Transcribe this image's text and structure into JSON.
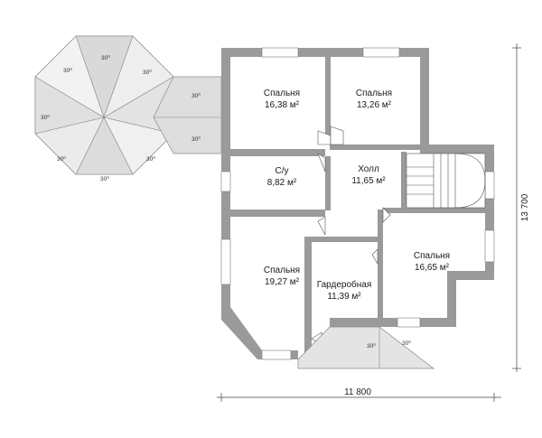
{
  "rooms": [
    {
      "id": "bedroom-1",
      "name": "Спальня",
      "area": "16,38 м²"
    },
    {
      "id": "bedroom-2",
      "name": "Спальня",
      "area": "13,26 м²"
    },
    {
      "id": "bathroom",
      "name": "С/у",
      "area": "8,82 м²"
    },
    {
      "id": "hall",
      "name": "Холл",
      "area": "11,65 м²"
    },
    {
      "id": "bedroom-3",
      "name": "Спальня",
      "area": "19,27 м²"
    },
    {
      "id": "wardrobe",
      "name": "Гардеробная",
      "area": "11,39 м²"
    },
    {
      "id": "bedroom-4",
      "name": "Спальня",
      "area": "16,65 м²"
    }
  ],
  "dimensions": {
    "width": "11 800",
    "height": "13 700"
  },
  "roof_slope": "30⁰",
  "colors": {
    "wall": "#9a9a9a",
    "roof": "#d6d6d6",
    "roof_light": "#ececec",
    "line": "#555555"
  }
}
